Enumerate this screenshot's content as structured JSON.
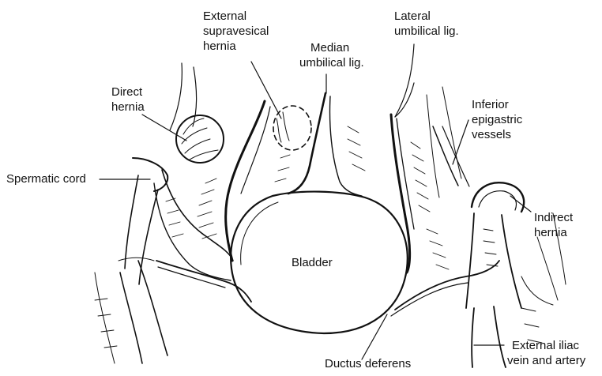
{
  "labels": {
    "external_supravesical_hernia": [
      "External",
      "supravesical",
      "hernia"
    ],
    "median_umbilical_lig": [
      "Median",
      "umbilical lig."
    ],
    "lateral_umbilical_lig": [
      "Lateral",
      "umbilical lig."
    ],
    "direct_hernia": [
      "Direct",
      "hernia"
    ],
    "inferior_epigastric_vessels": [
      "Inferior",
      "epigastric",
      "vessels"
    ],
    "spermatic_cord": "Spermatic cord",
    "indirect_hernia": [
      "Indirect",
      "hernia"
    ],
    "bladder": "Bladder",
    "external_iliac": [
      "External iliac",
      "vein and artery"
    ],
    "ductus_deferens": "Ductus deferens"
  },
  "colors": {
    "ink": "#111111",
    "paper": "#ffffff"
  }
}
